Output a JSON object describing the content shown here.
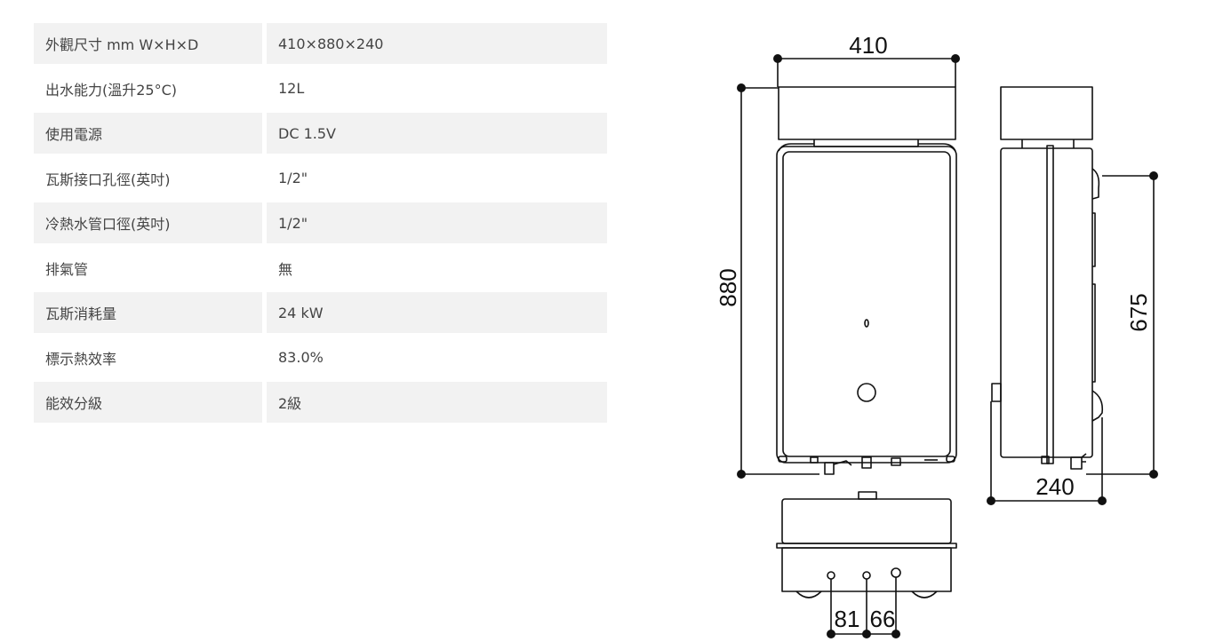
{
  "specs": [
    {
      "label": "外觀尺寸 mm W×H×D",
      "value": "410×880×240"
    },
    {
      "label": "出水能力(溫升25°C)",
      "value": "12L"
    },
    {
      "label": "使用電源",
      "value": "DC 1.5V"
    },
    {
      "label": "瓦斯接口孔徑(英吋)",
      "value": "1/2\""
    },
    {
      "label": "冷熱水管口徑(英吋)",
      "value": "1/2\""
    },
    {
      "label": "排氣管",
      "value": "無"
    },
    {
      "label": "瓦斯消耗量",
      "value": "24 kW"
    },
    {
      "label": "標示熱效率",
      "value": "83.0%"
    },
    {
      "label": "能效分級",
      "value": "2級"
    }
  ],
  "drawing": {
    "width_dim": "410",
    "height_dim": "880",
    "depth_dim": "240",
    "side_height_dim": "675",
    "pipe_dim_left": "81",
    "pipe_dim_right": "66"
  },
  "colors": {
    "row_shade": "#f2f2f2",
    "text": "#444444",
    "line": "#111111"
  }
}
